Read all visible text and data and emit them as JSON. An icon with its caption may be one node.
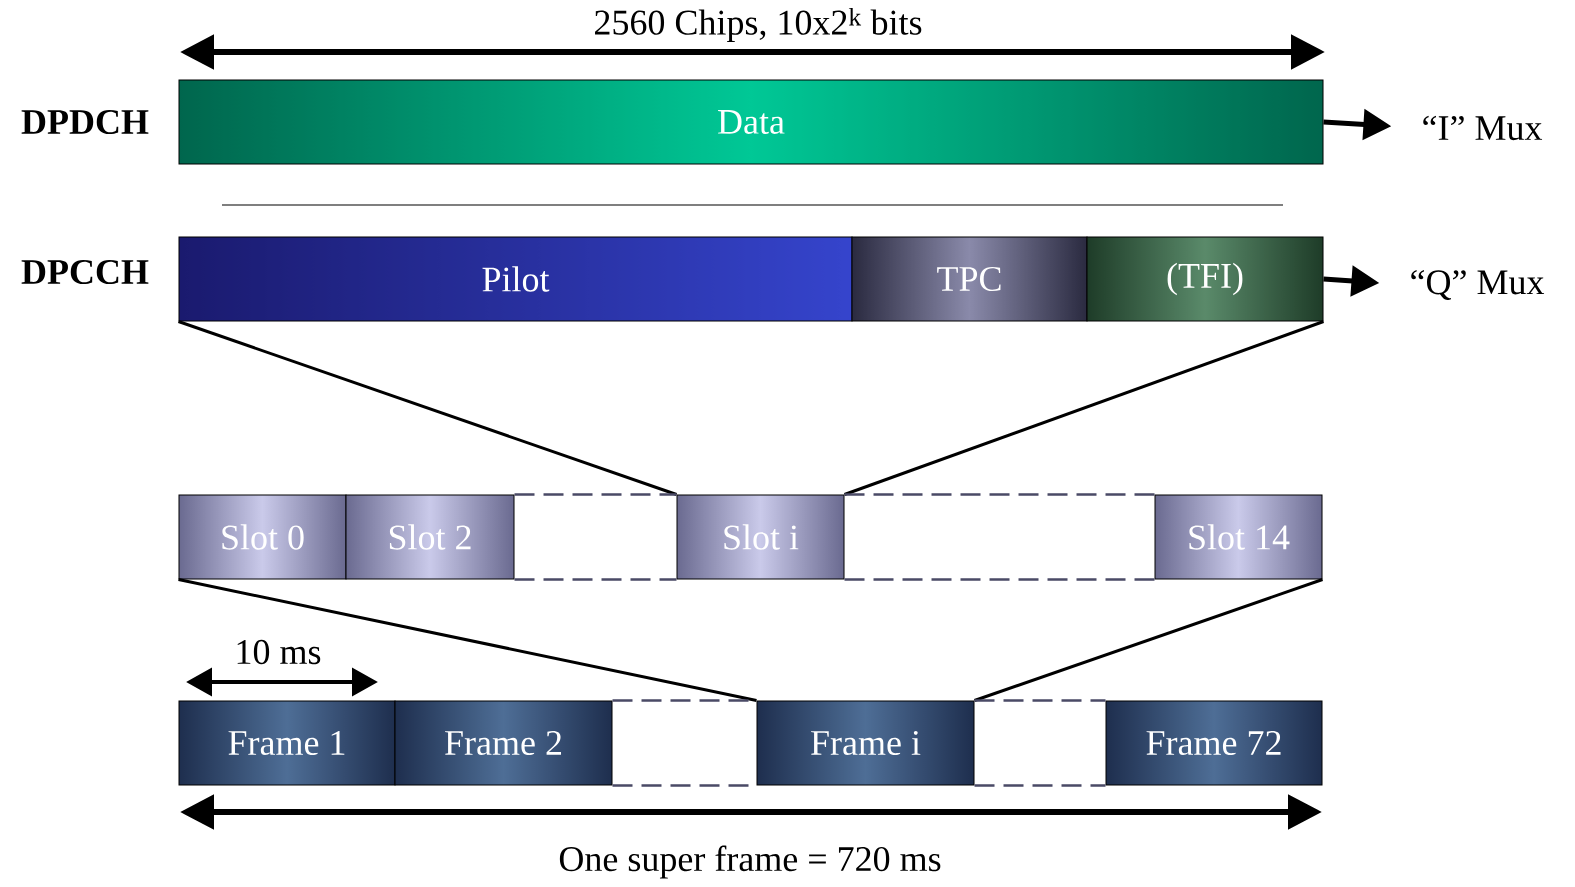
{
  "diagram": {
    "nodes": [
      {
        "text": [
          "Data"
        ]
      },
      {
        "text": [
          "“I” Mux"
        ]
      },
      {
        "text": [
          "Pilot"
        ]
      },
      {
        "text": [
          "TPC"
        ]
      },
      {
        "text": [
          "(TFI)"
        ]
      },
      {
        "text": [
          "“Q” Mux"
        ]
      },
      {
        "text": [
          "Slot 0"
        ]
      },
      {
        "text": [
          "Slot 2"
        ]
      },
      {
        "text": [
          "Slot i"
        ]
      },
      {
        "text": [
          "Slot 14"
        ]
      },
      {
        "text": [
          "Frame 1"
        ]
      },
      {
        "text": [
          "Frame 2"
        ]
      },
      {
        "text": [
          "Frame i"
        ]
      },
      {
        "text": [
          "Frame 72"
        ]
      }
    ],
    "edges": [
      {
        "from": 0,
        "to": 1,
        "arrow": "to",
        "style": "thick",
        "color": "#000000"
      },
      {
        "from": 4,
        "to": 5,
        "arrow": "to",
        "style": "thick",
        "color": "#000000"
      },
      {
        "from": 2,
        "to": 8,
        "arrow": "none",
        "color": "#000000"
      },
      {
        "from": 4,
        "to": 8,
        "arrow": "none",
        "color": "#000000"
      },
      {
        "from": 7,
        "to": 8,
        "arrow": "none",
        "style": "dashed"
      },
      {
        "from": 7,
        "to": 8,
        "arrow": "none",
        "style": "dashed"
      },
      {
        "from": 8,
        "to": 9,
        "arrow": "none",
        "style": "dashed"
      },
      {
        "from": 8,
        "to": 9,
        "arrow": "none",
        "style": "dashed"
      },
      {
        "from": 6,
        "to": 12,
        "arrow": "none",
        "color": "#000000"
      },
      {
        "from": 9,
        "to": 12,
        "arrow": "none",
        "color": "#000000"
      },
      {
        "from": 11,
        "to": 12,
        "arrow": "none",
        "style": "dashed"
      },
      {
        "from": 11,
        "to": 12,
        "arrow": "none",
        "style": "dashed"
      },
      {
        "from": 12,
        "to": 13,
        "arrow": "none",
        "style": "dashed"
      },
      {
        "from": 12,
        "to": 13,
        "arrow": "none",
        "style": "dashed"
      }
    ],
    "labels": [
      "2560 Chips, 10x2$^{k}$ bits",
      "DPDCH",
      "DPCCH",
      "10 ms",
      "One super frame = 720 ms"
    ]
  }
}
